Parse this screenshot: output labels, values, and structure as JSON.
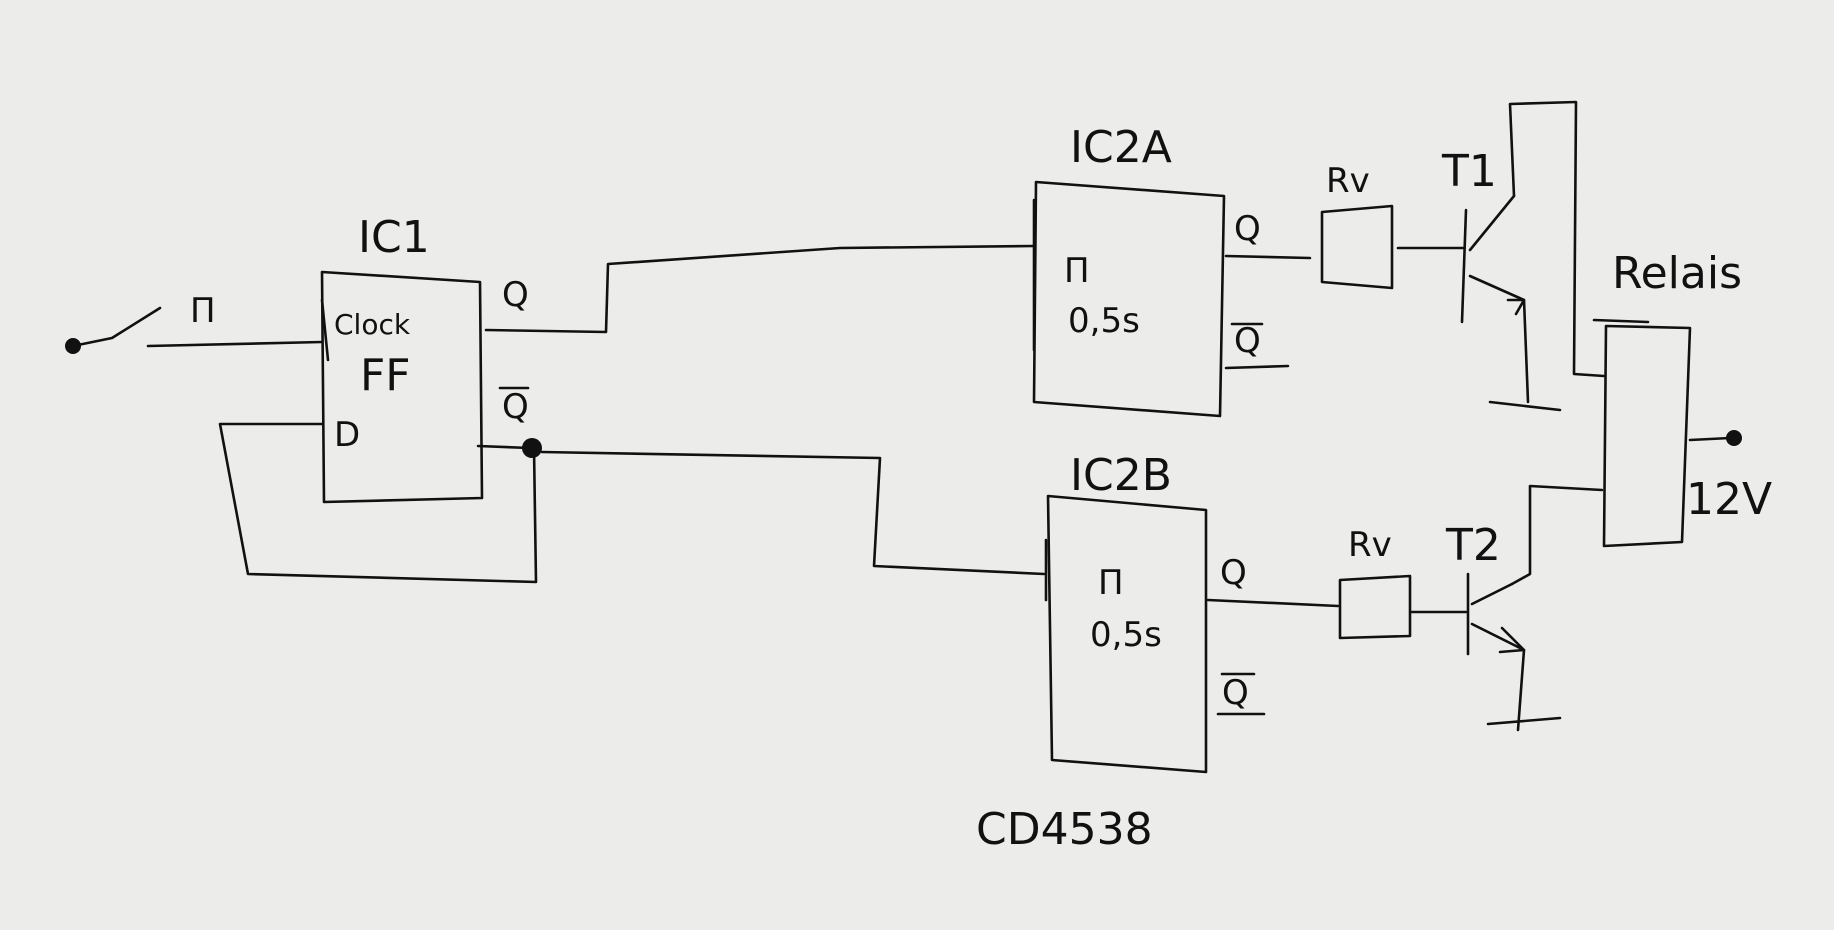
{
  "ic1": {
    "label": "IC1",
    "clock": "Clock",
    "ff": "FF",
    "d": "D",
    "q": "Q",
    "qbar": "Q"
  },
  "input_pulse": "Π",
  "ic2a": {
    "label": "IC2A",
    "pulse": "Π",
    "time": "0,5s",
    "q": "Q",
    "qbar": "Q"
  },
  "ic2b": {
    "label": "IC2B",
    "pulse": "Π",
    "time": "0,5s",
    "q": "Q",
    "qbar": "Q"
  },
  "chip": "CD4538",
  "rv1": "Rv",
  "rv2": "Rv",
  "t1": "T1",
  "t2": "T2",
  "relay": "Relais",
  "supply": "12V",
  "colors": {
    "paper": "#ececea",
    "ink": "#111111"
  }
}
